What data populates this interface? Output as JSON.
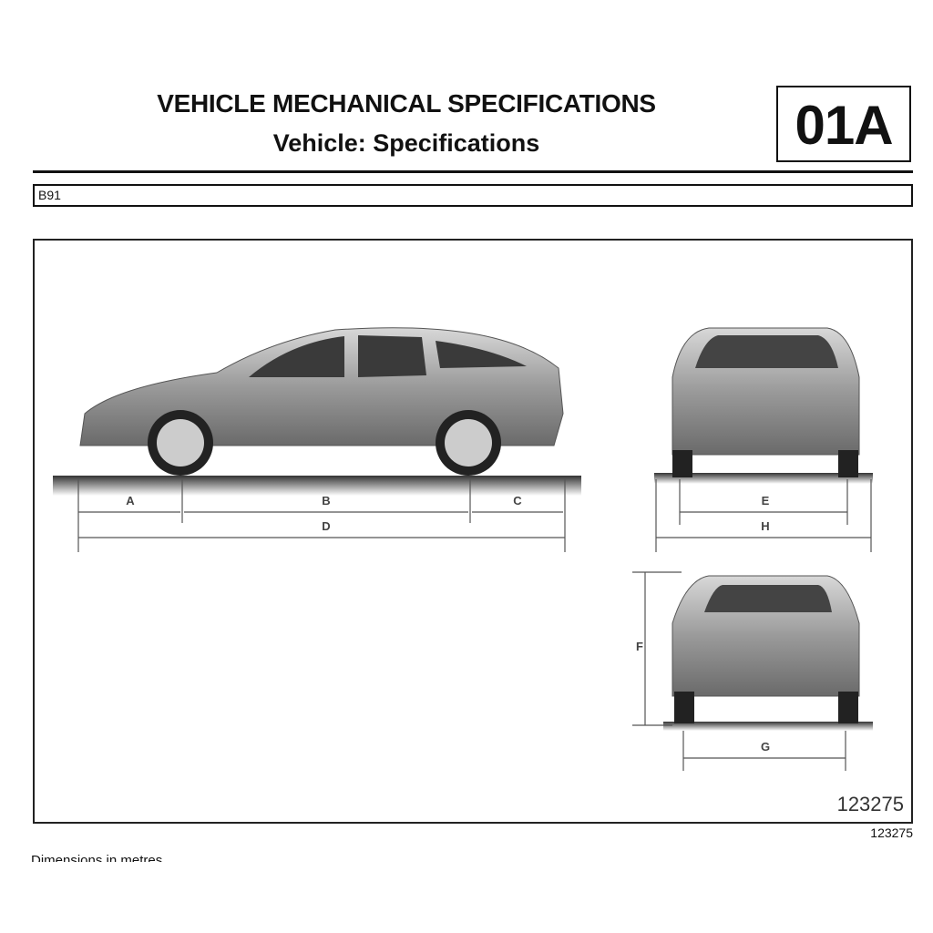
{
  "header": {
    "title": "VEHICLE MECHANICAL SPECIFICATIONS",
    "subtitle": "Vehicle: Specifications",
    "section_code": "01A"
  },
  "vehicle_code": "B91",
  "figure": {
    "image_number": "123275",
    "dimension_labels": [
      "A",
      "B",
      "C",
      "D",
      "E",
      "H",
      "F",
      "G"
    ]
  },
  "caption": "123275",
  "footer_text": "Dimensions in metres"
}
